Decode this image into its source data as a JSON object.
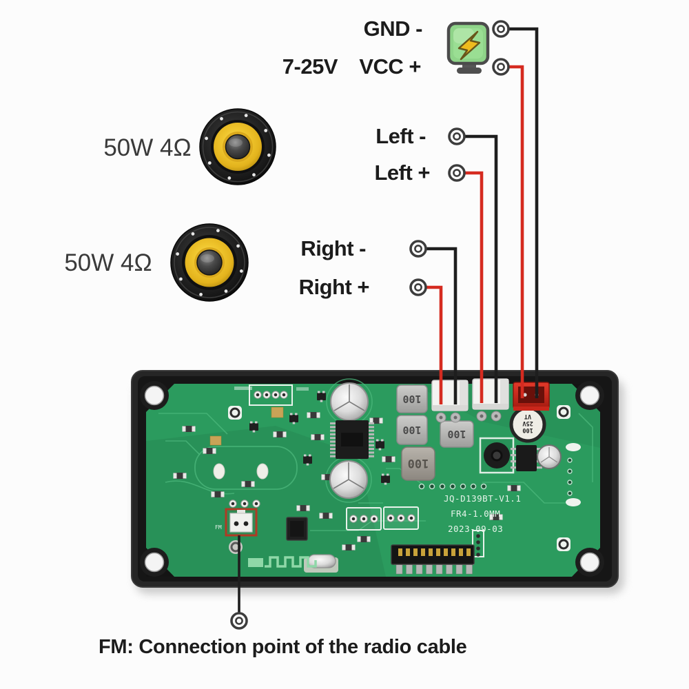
{
  "diagram": {
    "power": {
      "range": "7-25V",
      "gnd": "GND -",
      "vcc": "VCC +"
    },
    "audio": {
      "left_minus": "Left -",
      "left_plus": "Left +",
      "right_minus": "Right -",
      "right_plus": "Right +"
    },
    "speakers": [
      {
        "label": "50W 4Ω"
      },
      {
        "label": "50W 4Ω"
      }
    ],
    "fm_note": "FM: Connection point of the radio cable"
  },
  "board": {
    "silkscreen": {
      "model": "JQ-D139BT-V1.1",
      "material": "FR4-1.0MM",
      "date": "2023-09-03",
      "fm_marking": "FM"
    },
    "inductor_label": "100",
    "capacitor": {
      "line1": "100",
      "line2": "25V",
      "line3": "VT"
    }
  },
  "colors": {
    "wire_black": "#1e1e1e",
    "wire_red": "#d52b20",
    "pcb_green": "#2b9b5e",
    "pcb_trace": "#4cb87c",
    "frame_black": "#262626",
    "connector_red": "#c9271b",
    "icon_green": "#8fd489",
    "bolt_yellow": "#eebb1e",
    "cone_yellow": "#efc32a",
    "label_dark": "#1c1c1c"
  }
}
